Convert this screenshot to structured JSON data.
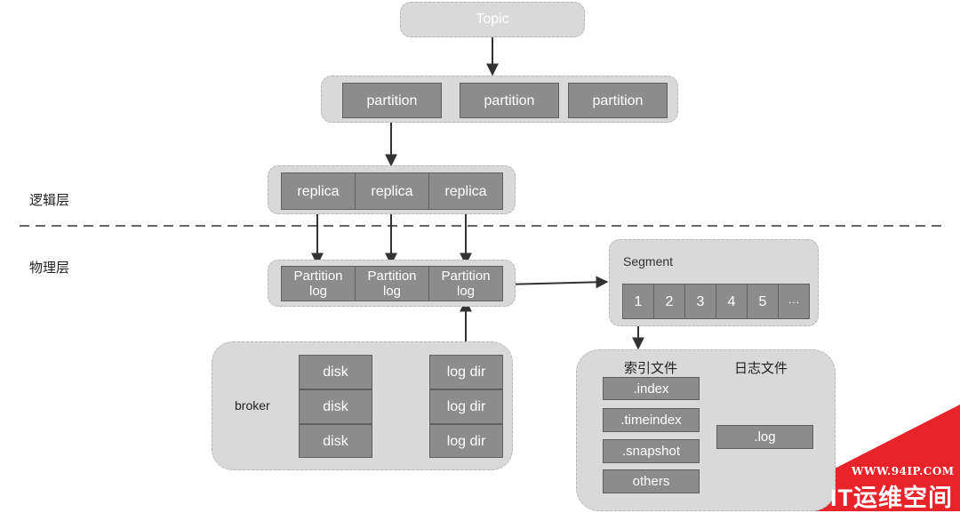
{
  "topic": "Topic",
  "partitions": [
    "partition",
    "partition",
    "partition"
  ],
  "replicas": [
    "replica",
    "replica",
    "replica"
  ],
  "layers": {
    "logical": "逻辑层",
    "physical": "物理层"
  },
  "partition_logs": [
    "Partition\nlog",
    "Partition\nlog",
    "Partition\nlog"
  ],
  "segment": {
    "title": "Segment",
    "cells": [
      "1",
      "2",
      "3",
      "4",
      "5",
      "···"
    ]
  },
  "broker": {
    "label": "broker",
    "disks": [
      "disk",
      "disk",
      "disk"
    ],
    "log_dirs": [
      "log dir",
      "log dir",
      "log dir"
    ]
  },
  "files": {
    "index_title": "索引文件",
    "log_title": "日志文件",
    "index_files": [
      ".index",
      ".timeindex",
      ".snapshot",
      "others"
    ],
    "log_file": ".log"
  },
  "watermark": {
    "url": "WWW.94IP.COM",
    "name": "IT运维空间",
    "color": "#e8232a"
  }
}
